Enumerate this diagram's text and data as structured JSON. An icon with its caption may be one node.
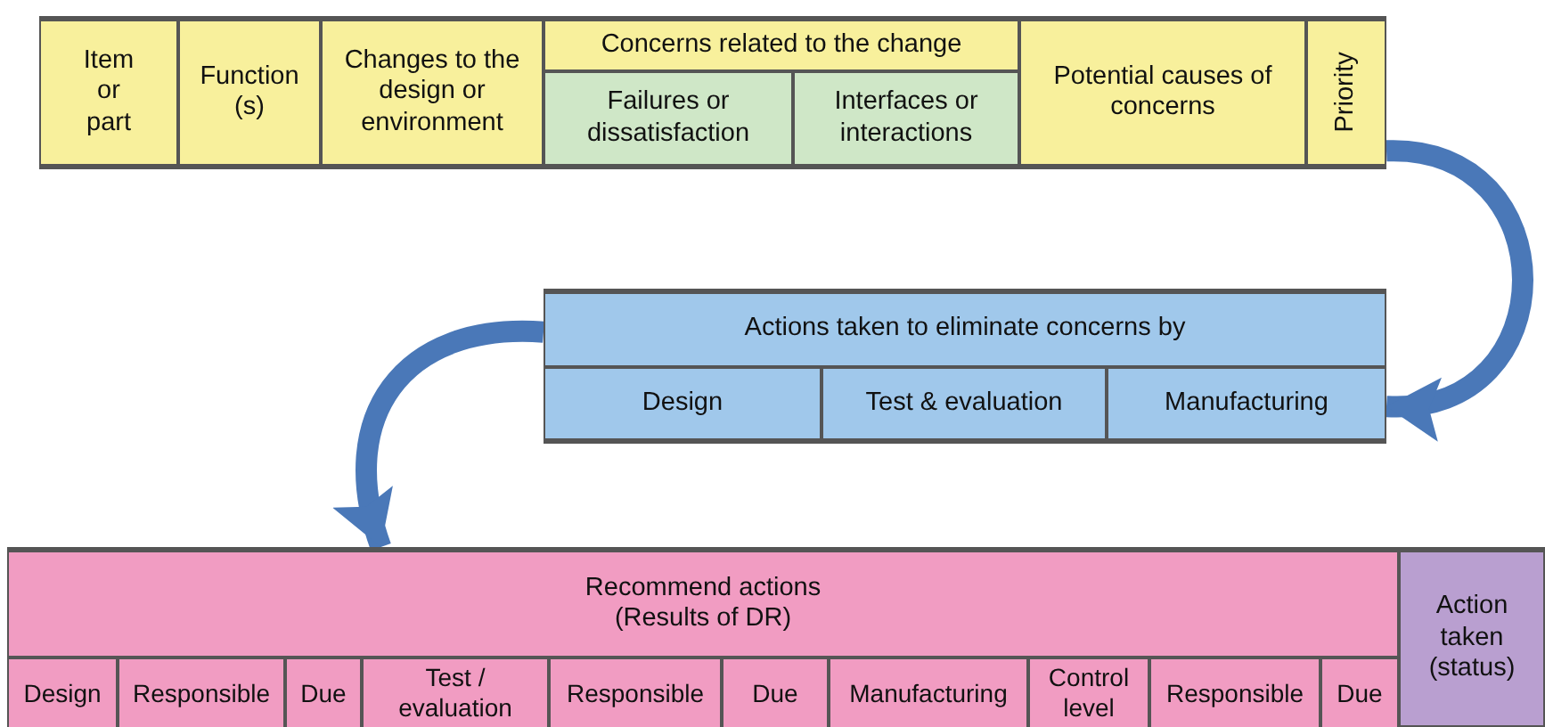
{
  "diagram": {
    "nodes": [
      {
        "text": [],
        "shape": "box"
      },
      {
        "text": [
          "Item or part"
        ],
        "in": 0
      },
      {
        "text": [
          "Function (s)"
        ],
        "in": 0
      },
      {
        "text": [
          "Changes to the design or environment"
        ],
        "in": 0
      },
      {
        "text": [
          "Concerns related to the change"
        ],
        "in": 0
      },
      {
        "text": [
          "Failures or dissatisfaction"
        ],
        "in": 0
      },
      {
        "text": [
          "Interfaces or interactions"
        ],
        "in": 0
      },
      {
        "text": [
          "Potential causes of concerns"
        ],
        "in": 0
      },
      {
        "text": [
          "Priority"
        ],
        "in": 0
      },
      {
        "text": [],
        "shape": "box"
      },
      {
        "text": [
          "Actions taken to eliminate concerns by"
        ],
        "in": 9
      },
      {
        "text": [
          "Design"
        ],
        "in": 9
      },
      {
        "text": [
          "Test & evaluation"
        ],
        "in": 9
      },
      {
        "text": [
          "Manufacturing"
        ],
        "in": 9
      },
      {
        "text": [],
        "shape": "box"
      },
      {
        "text": [
          "Recommend actions (Results of DR)"
        ],
        "in": 14
      },
      {
        "text": [
          "Design"
        ],
        "in": 14
      },
      {
        "text": [
          "Responsible"
        ],
        "in": 14
      },
      {
        "text": [
          "Due"
        ],
        "in": 14
      },
      {
        "text": [
          "Test / evaluation"
        ],
        "in": 14
      },
      {
        "text": [
          "Responsible"
        ],
        "in": 14
      },
      {
        "text": [
          "Due"
        ],
        "in": 14
      },
      {
        "text": [
          "Manufacturing"
        ],
        "in": 14
      },
      {
        "text": [
          "Control level"
        ],
        "in": 14
      },
      {
        "text": [
          "Responsible"
        ],
        "in": 14
      },
      {
        "text": [
          "Due"
        ],
        "in": 14
      },
      {
        "text": [
          "Action taken (status)"
        ],
        "in": 14
      }
    ],
    "edges": [
      {
        "from": 0,
        "to": 9,
        "arrow": "to"
      },
      {
        "from": 9,
        "to": 14,
        "arrow": "to"
      }
    ]
  }
}
